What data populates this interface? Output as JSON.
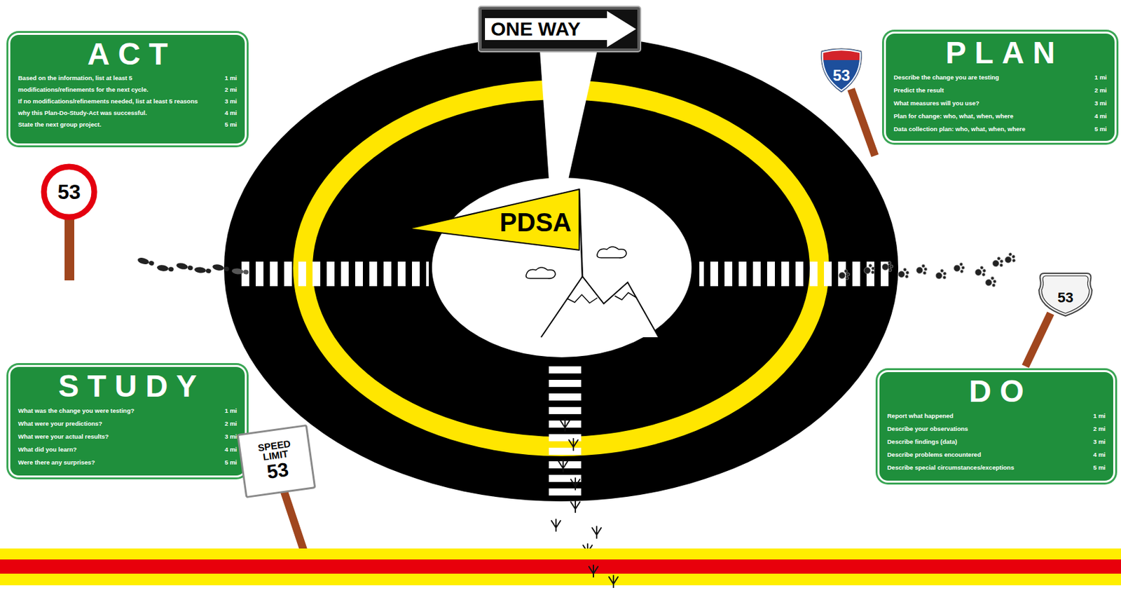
{
  "diagram": {
    "nodes": [
      {
        "text": [
          "ACT",
          "Based on the information, list at least 5 modifications/refinements for the next cycle.",
          "1 mi",
          "2 mi",
          "If no modifications/refinements needed, list at least 5 reasons why this Plan-Do-Study-Act was successful.",
          "3 mi",
          "4 mi",
          "State the next group project.",
          "5 mi"
        ]
      },
      {
        "text": [
          "ONE WAY"
        ]
      },
      {
        "text": [
          "53"
        ]
      },
      {
        "text": [
          "PLAN",
          "Describe the change you are testing",
          "1 mi",
          "Predict the result",
          "2 mi",
          "What measures will you use?",
          "3 mi",
          "Plan for change: who, what, when, where",
          "4 mi",
          "Data collection plan: who, what, when, where",
          "5 mi"
        ]
      },
      {
        "text": [
          "53"
        ]
      },
      {
        "text": [
          "PDSA"
        ]
      },
      {
        "text": [
          "53"
        ]
      },
      {
        "text": [
          "STUDY",
          "What was the change you were testing?",
          "1 mi",
          "What were your predictions?",
          "2 mi",
          "What were your actual results?",
          "3 mi",
          "What did you learn?",
          "4 mi",
          "Were there any surprises?",
          "5 mi"
        ]
      },
      {
        "text": [
          "SPEED LIMIT",
          "53"
        ]
      },
      {
        "text": [
          "DO",
          "Report what happened",
          "1 mi",
          "Describe your observations",
          "2 mi",
          "Describe findings (data)",
          "3 mi",
          "Describe problems encountered",
          "4 mi",
          "Describe special circumstances/exceptions",
          "5 mi"
        ]
      }
    ]
  }
}
